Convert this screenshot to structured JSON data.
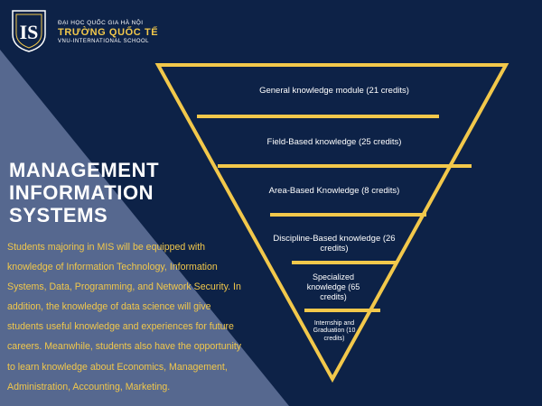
{
  "logo": {
    "line1": "ĐẠI HỌC QUỐC GIA HÀ NỘI",
    "line2": "TRƯỜNG QUỐC TẾ",
    "line3": "VNU-INTERNATIONAL SCHOOL",
    "mark_letters": "IS"
  },
  "title_lines": [
    "MANAGEMENT",
    "INFORMATION",
    "SYSTEMS"
  ],
  "description": "Students majoring in MIS will be equipped with knowledge of Information Technology, Information Systems, Data, Programming, and Network Security. In addition, the knowledge of data science will give students useful knowledge and experiences for future careers. Meanwhile, students also have the opportunity to learn knowledge about Economics, Management, Administration, Accounting, Marketing.",
  "pyramid": {
    "tiers": [
      {
        "label": "General knowledge module (21 credits)",
        "credits": 21
      },
      {
        "label": "Field-Based knowledge (25 credits)",
        "credits": 25
      },
      {
        "label": "Area-Based Knowledge (8 credits)",
        "credits": 8
      },
      {
        "label": "Discipline-Based knowledge (26 credits)",
        "credits": 26
      },
      {
        "label": "Specialized knowledge (65 credits)",
        "credits": 65
      },
      {
        "label": "Internship and Graduation (10 credits)",
        "credits": 10
      }
    ]
  },
  "colors": {
    "background": "#0d2247",
    "panel": "#56688f",
    "accent": "#f2c84b",
    "text": "#ffffff"
  }
}
